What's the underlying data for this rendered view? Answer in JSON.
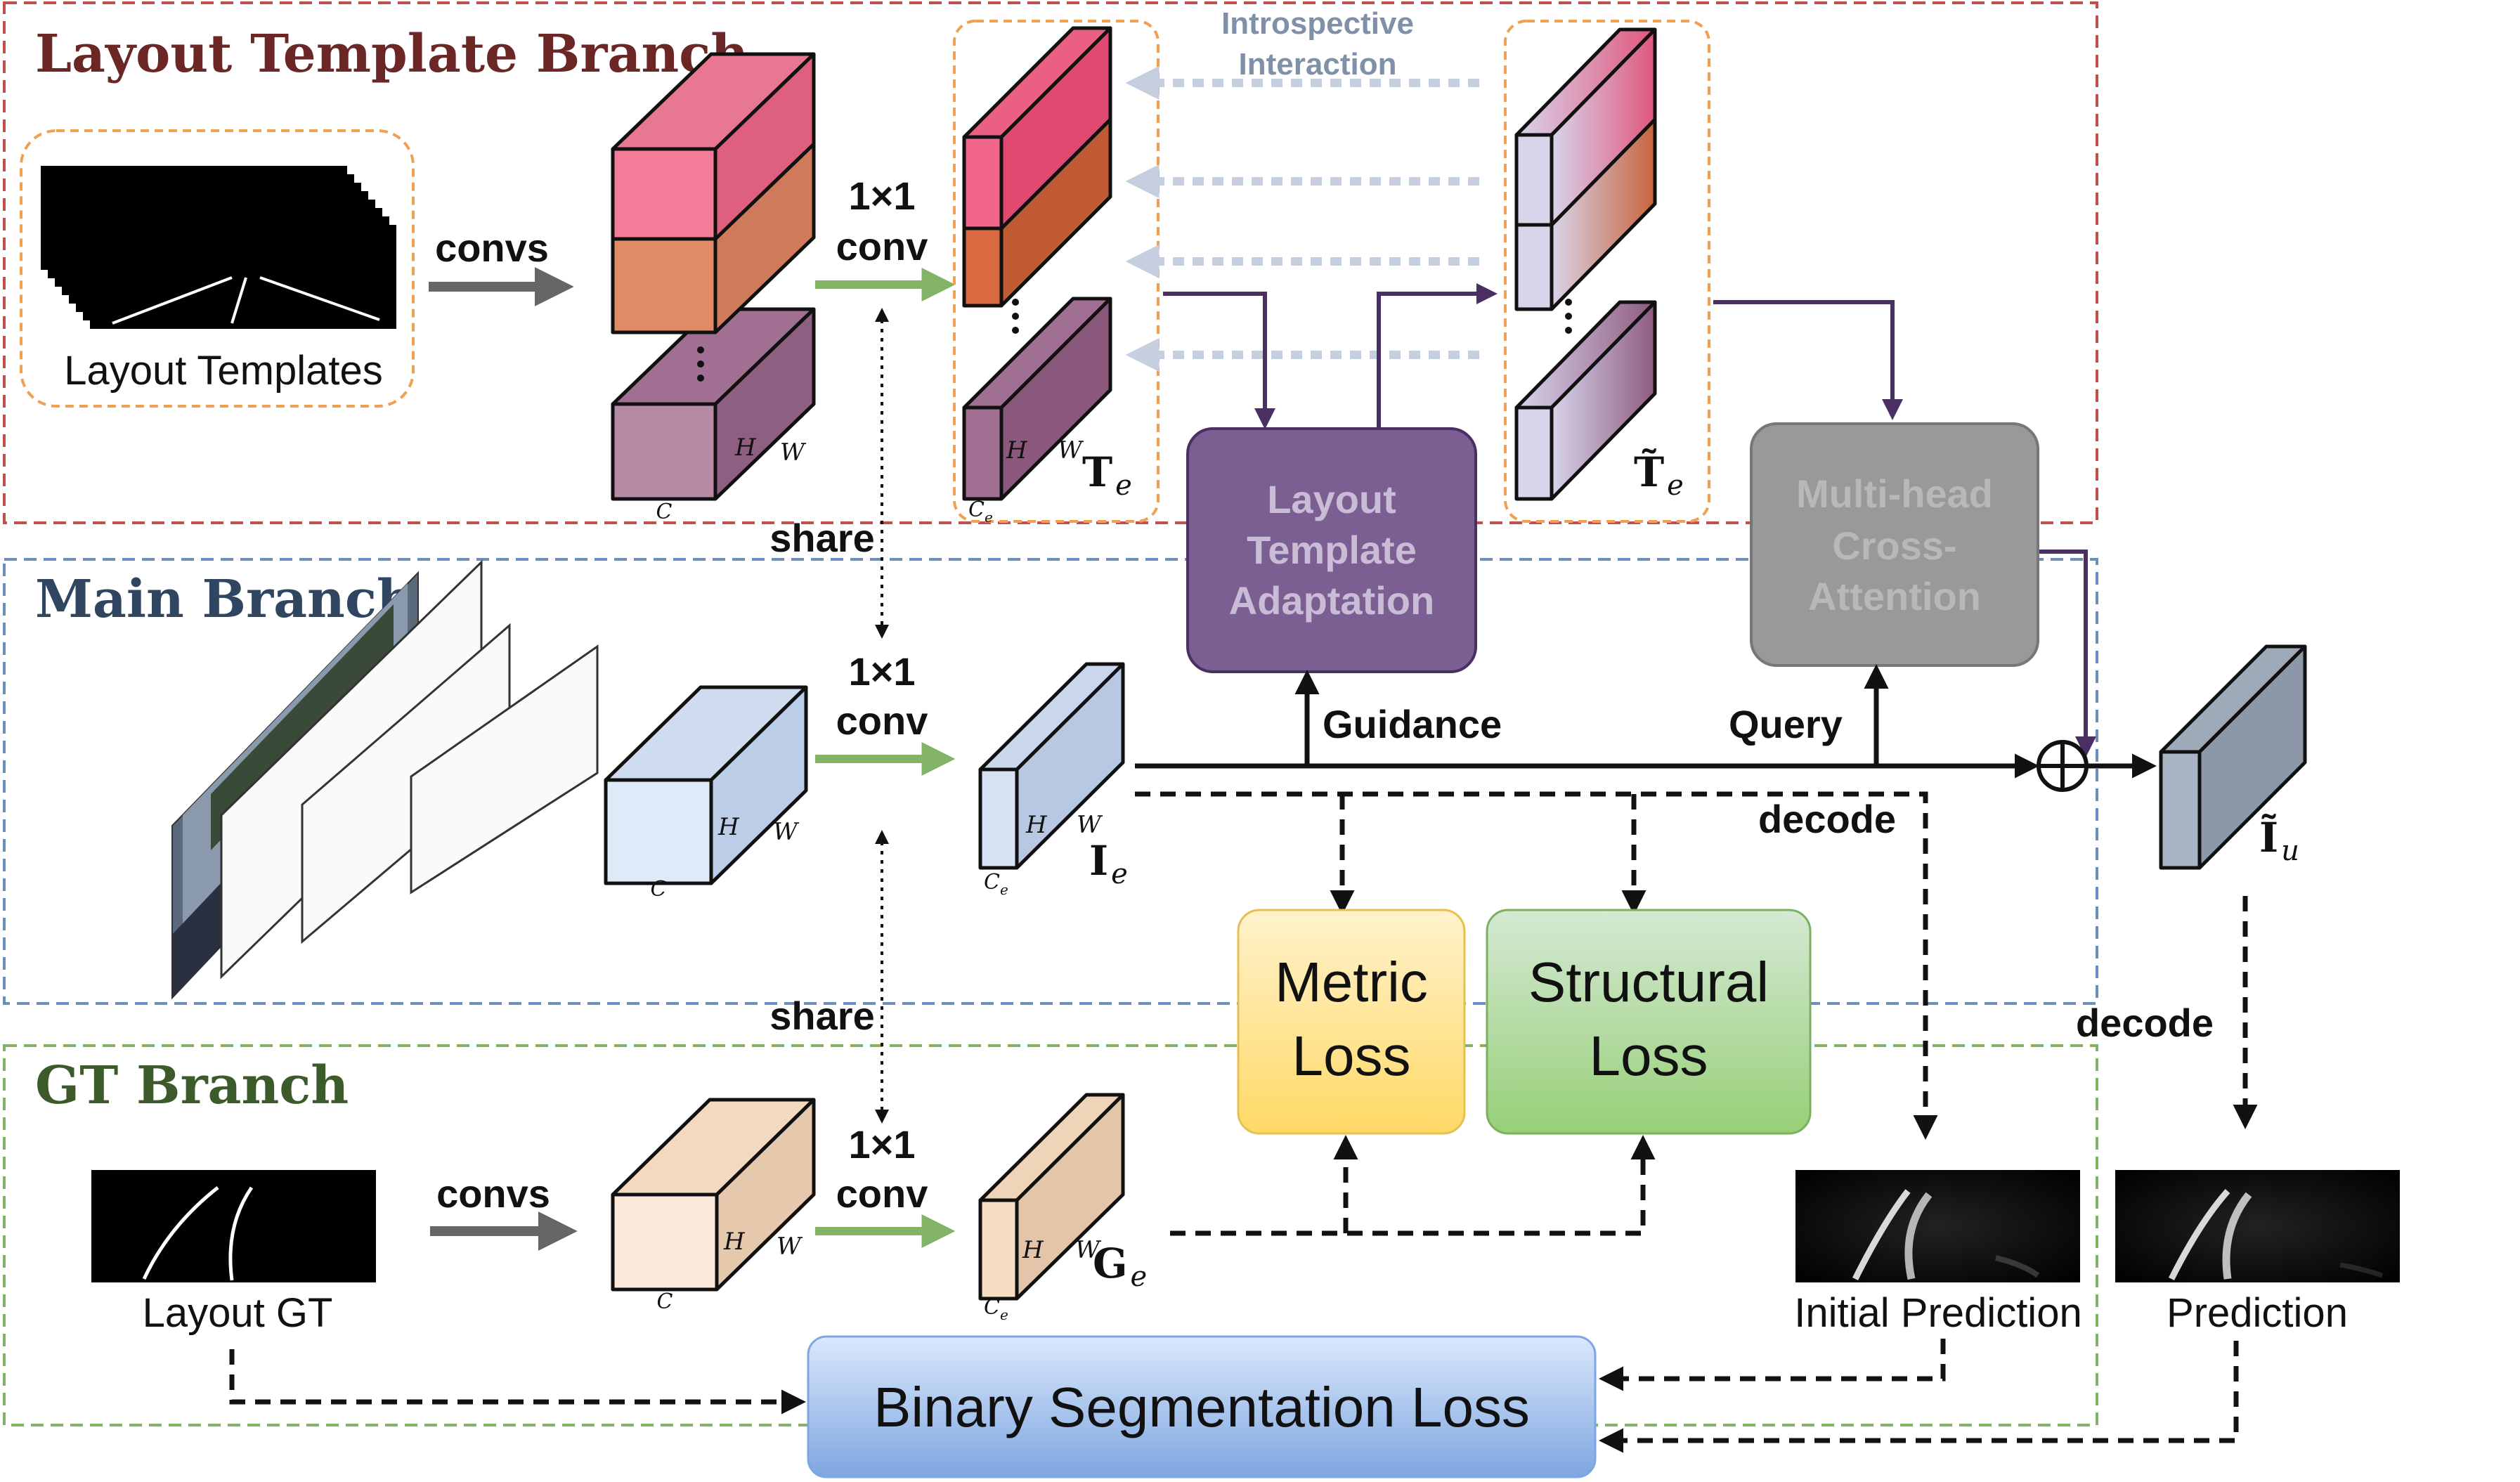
{
  "branches": {
    "layout": "Layout Template Branch",
    "main": "Main Branch",
    "gt": "GT Branch"
  },
  "labels": {
    "layout_templates": "Layout Templates",
    "layout_gt": "Layout GT",
    "convs": "convs",
    "conv_1x1_line1": "1×1",
    "conv_1x1_line2": "conv",
    "share": "share",
    "introspective_line1": "Introspective",
    "introspective_line2": "Interaction",
    "guidance": "Guidance",
    "query": "Query",
    "decode": "decode",
    "initial_prediction": "Initial Prediction",
    "prediction": "Prediction"
  },
  "dims": {
    "h": "H",
    "w": "W",
    "c": "C",
    "ce": "C",
    "ce_sub": "e"
  },
  "symbols": {
    "te": "T",
    "te_sub": "e",
    "te_tilde": "T̃",
    "te_tilde_sub": "e",
    "ie": "I",
    "ie_sub": "e",
    "ge": "G",
    "ge_sub": "e",
    "iu": "Ĩ",
    "iu_sub": "u"
  },
  "modules": {
    "lta": [
      "Layout",
      "Template",
      "Adaptation"
    ],
    "mhca": [
      "Multi-head",
      "Cross-",
      "Attention"
    ],
    "metric": [
      "Metric",
      "Loss"
    ],
    "structural": [
      "Structural",
      "Loss"
    ],
    "bsl": "Binary Segmentation Loss"
  },
  "colors": {
    "layout_branch_border": "#c0504d",
    "main_branch_border": "#6c8ebf",
    "gt_branch_border": "#82b366",
    "layout_title": "#6b2626",
    "main_title": "#2f4560",
    "gt_title": "#3d5a2a",
    "lta_fill": "#7b5f93",
    "mhca_fill": "#999999",
    "metric_fill_top": "#fff2cc",
    "metric_fill_bottom": "#ffd966",
    "structural_fill_top": "#d5e8d4",
    "structural_fill_bottom": "#97d077",
    "bsl_fill_top": "#dae8fc",
    "bsl_fill_bottom": "#7ea6e0",
    "conv_arrow": "#82b366",
    "convs_arrow": "#666666",
    "introspective_arrow": "#c5cfe0",
    "interaction_line": "#4a2f63"
  }
}
